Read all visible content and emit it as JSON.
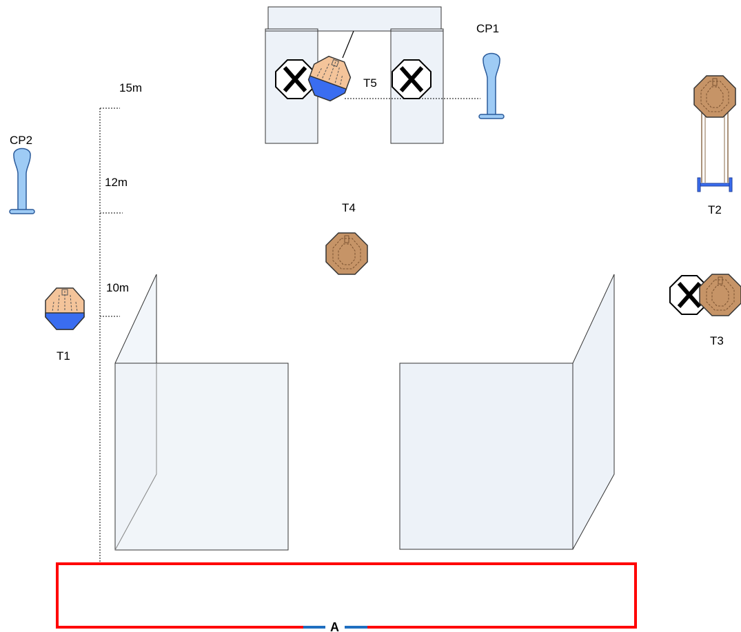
{
  "colors": {
    "start_box": "#ff0000",
    "start_marker": "#1f6fc0",
    "wall_fill": "#edf2f8",
    "paper_target": "#c69467",
    "no_shoot_mask": "#3a6df0",
    "head_fill": "#f4c49a",
    "popper_fill": "#9ecbf5",
    "no_shoot_fill": "#ffffff"
  },
  "distances": {
    "d15": "15m",
    "d12": "12m",
    "d10": "10m"
  },
  "targets": {
    "t1": "T1",
    "t2": "T2",
    "t3": "T3",
    "t4": "T4",
    "t5": "T5",
    "cp1": "CP1",
    "cp2": "CP2"
  },
  "start_position": {
    "label": "A"
  }
}
